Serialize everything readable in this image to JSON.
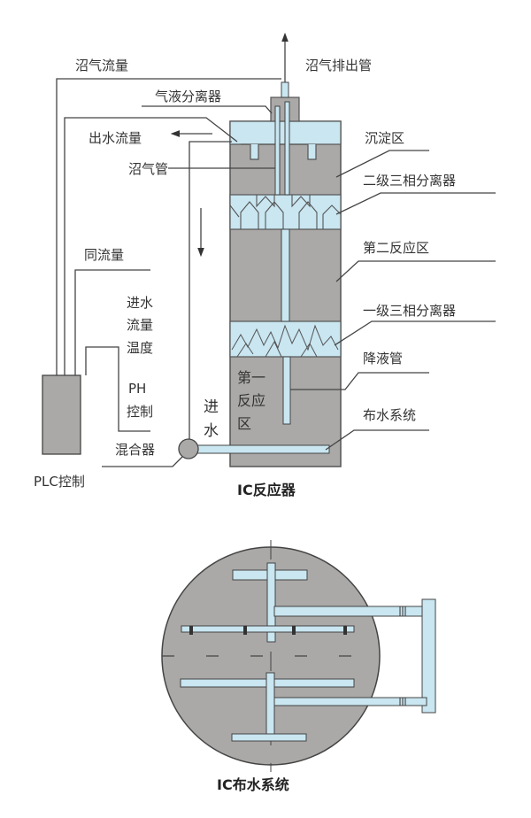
{
  "reactor": {
    "title": "IC反应器",
    "labels": {
      "biogas_flow": "沼气流量",
      "biogas_outlet": "沼气排出管",
      "gas_liquid_separator": "气液分离器",
      "effluent_flow": "出水流量",
      "biogas_pipe": "沼气管",
      "settling_zone": "沉淀区",
      "second_separator": "二级三相分离器",
      "second_reaction_zone": "第二反应区",
      "first_separator": "一级三相分离器",
      "downcomer": "降液管",
      "distribution_system": "布水系统",
      "recycle_flow": "同流量",
      "inflow_lines": [
        "进水",
        "流量",
        "温度"
      ],
      "ph_lines": [
        "PH",
        "控制"
      ],
      "mixer": "混合器",
      "plc": "PLC控制",
      "inlet_lines": [
        "进",
        "水"
      ],
      "first_zone_lines": [
        "第一",
        "反应",
        "区"
      ]
    }
  },
  "distribution": {
    "title": "IC布水系统"
  },
  "colors": {
    "body": "#aaa9a7",
    "water": "#c9e6f1",
    "line": "#444444"
  }
}
